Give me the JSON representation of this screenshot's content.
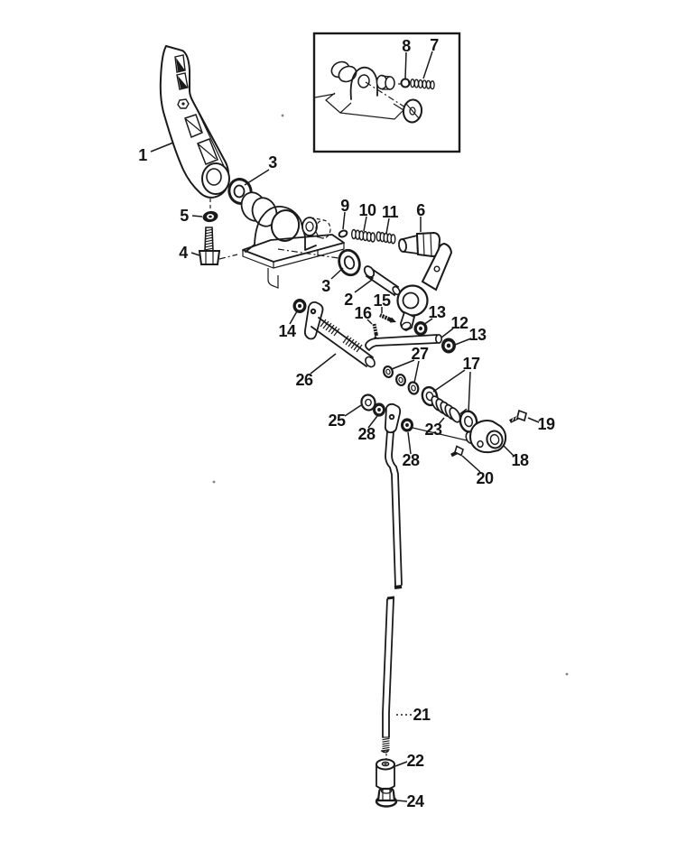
{
  "figure": {
    "type": "exploded-parts-diagram",
    "background": "#ffffff",
    "ink": "#1a1a1a"
  },
  "callouts": {
    "n1": "1",
    "n2": "2",
    "n3": "3",
    "n4": "4",
    "n5": "5",
    "n6": "6",
    "n7": "7",
    "n8": "8",
    "n9": "9",
    "n10": "10",
    "n11": "11",
    "n12": "12",
    "n13": "13",
    "n14": "14",
    "n15": "15",
    "n16": "16",
    "n17": "17",
    "n18": "18",
    "n19": "19",
    "n20": "20",
    "n21": "21",
    "n22": "22",
    "n23": "23",
    "n24": "24",
    "n25": "25",
    "n26": "26",
    "n27": "27",
    "n28": "28"
  }
}
